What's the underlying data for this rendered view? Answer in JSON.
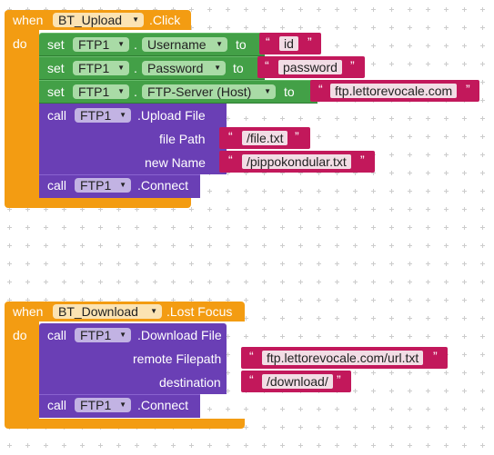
{
  "upload_event": {
    "when": "when",
    "component": "BT_Upload",
    "event": ".Click",
    "do": "do",
    "set_rows": [
      {
        "set": "set",
        "component": "FTP1",
        "dot": ".",
        "property": "Username",
        "to": "to",
        "value": "id"
      },
      {
        "set": "set",
        "component": "FTP1",
        "dot": ".",
        "property": "Password",
        "to": "to",
        "value": "password"
      },
      {
        "set": "set",
        "component": "FTP1",
        "dot": ".",
        "property": "FTP-Server (Host)",
        "to": "to",
        "value": "ftp.lettorevocale.com"
      }
    ],
    "upload_call": {
      "call": "call",
      "component": "FTP1",
      "method": ".Upload File",
      "param1_label": "file Path",
      "param1_value": "/file.txt",
      "param2_label": "new Name",
      "param2_value": "/pippokondular.txt"
    },
    "connect_call": {
      "call": "call",
      "component": "FTP1",
      "method": ".Connect"
    }
  },
  "download_event": {
    "when": "when",
    "component": "BT_Download",
    "event": ".Lost Focus",
    "do": "do",
    "download_call": {
      "call": "call",
      "component": "FTP1",
      "method": ".Download File",
      "param1_label": "remote Filepath",
      "param1_value": "ftp.lettorevocale.com/url.txt",
      "param2_label": "destination",
      "param2_value": "/download/"
    },
    "connect_call": {
      "call": "call",
      "component": "FTP1",
      "method": ".Connect"
    }
  },
  "glyphs": {
    "open_quote": "“",
    "close_quote": "”",
    "dropdown_arrow": "▼"
  },
  "colors": {
    "event_orange": "#f39c12",
    "setter_green": "#43a047",
    "method_purple": "#6a3fb5",
    "text_pink": "#c2185b"
  }
}
